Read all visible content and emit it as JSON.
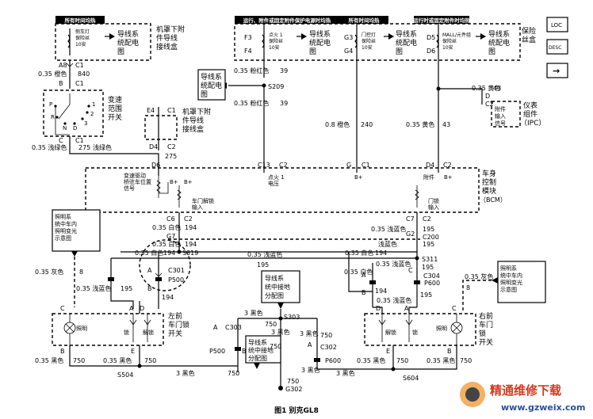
{
  "caption": "图1 别克GL8",
  "watermark": {
    "title": "精通维修下载",
    "url": "www.gzweix.com"
  },
  "nav_buttons": {
    "loc": "LOC",
    "desc": "DESC",
    "arrow": "→"
  },
  "header_tags": {
    "always_hot_1": "所有时间均热",
    "run_acc_1": "运行、附件或固定附件保护电源时均热",
    "always_hot_2": "所有时间均热",
    "run_acc_2": "运行时或固定附件时均热"
  },
  "fuses": {
    "side_lamp": {
      "name": "侧车灯",
      "sub": "保险丝",
      "amp": "10安"
    },
    "ign1": {
      "name": "点火 1",
      "sub": "保险丝",
      "amp": "10安"
    },
    "door_lock": {
      "name": "门控灯",
      "sub": "保险丝",
      "amp": "10安"
    },
    "mall": {
      "name": "MALL/元件组",
      "sub": "保险丝",
      "amp": "10安"
    }
  },
  "refs": {
    "wiring_system_1": "导线系统配电图",
    "hood_junction_1": "机罩下附件导线接线盒",
    "wiring_system_2": "导线系统配电图",
    "wiring_system_3": "导线系统配电图",
    "wiring_system_4": "导线系统配电图",
    "fuse_box": "保险丝盒",
    "hood_junction_2": "机罩下附件导线接线盒",
    "ground_dist_1": "导线系统中接地分配图",
    "ground_dist_2": "导线系统中接地分配图",
    "lighting_left": "照明系统中车内照明变光示意图",
    "lighting_right": "照明系统中车内照明变光示意图"
  },
  "pins": {
    "a8": "A8",
    "c1a": "C1",
    "b": "B",
    "c1b": "C1",
    "cb": "C",
    "c1c": "C1",
    "f3": "F3",
    "f4": "F4",
    "g3": "G3",
    "g4": "G4",
    "d5": "D5",
    "d6": "D6",
    "e4": "E4",
    "c1d": "C1",
    "d4": "D4",
    "c2": "C2",
    "c13": "C13",
    "c2b": "C2",
    "g": "G",
    "c1e": "C1",
    "d4b": "D4",
    "c2c": "C2",
    "d6b": "D6",
    "b_plus1": "B+",
    "b_plus2": "B+",
    "b_plus3": "B+",
    "b_plus4": "B+",
    "c6": "C6",
    "c2d": "C2",
    "g7": "G7",
    "c7": "C7",
    "c2e": "C2",
    "g2": "G2",
    "c200": "C200",
    "d43": "D",
    "c43": "C2",
    "c301": "C301",
    "p500": "P500",
    "c304": "C304",
    "p600": "P600",
    "a_l": "A",
    "b_l": "B",
    "a_r": "A",
    "b_r": "B",
    "c_r2": "C",
    "c_sw_l": "C",
    "a_sw_l": "A",
    "d_sw_l": "D",
    "b_sw_l": "B",
    "e_sw_l": "E",
    "d_sw_r": "D",
    "a_sw_r": "A",
    "c_sw_r": "C",
    "e_sw_r": "E",
    "b_sw_r": "B",
    "a_c303": "A",
    "c303": "C303",
    "b_c303": "B",
    "p500b": "P500",
    "a_c302": "A",
    "c302": "C302",
    "p600b": "P600"
  },
  "splices": {
    "s209": "S209",
    "s319": "S319",
    "s311": "S311",
    "s303": "S303",
    "s504": "S504",
    "s604": "S604",
    "g302": "G302"
  },
  "wires": {
    "w840": "0.35 橙色",
    "n840": "840",
    "w_lgreen_l": "0.35 浅绿色",
    "n275a": "275",
    "w_lg2": "浅绿色",
    "n275b": "275",
    "w39a": "0.35 粉红色",
    "n39a": "39",
    "w39b": "0.35 粉红色",
    "n39b": "39",
    "w240": "0.8 橙色",
    "n240": "240",
    "w43a": "0.35 黄色",
    "n43a": "43",
    "w43b": "0.35 黄色",
    "n43b": "43",
    "w194a": "0.35 白色",
    "n194a": "194",
    "w194b": "0.35 白色",
    "n194b": "194",
    "w195a": "0.35 浅蓝色",
    "n195a": "195",
    "w195b": "浅蓝色",
    "n195b": "195",
    "w194c": "0.35 白色",
    "n194c": "194",
    "w194d": "0.35 白色",
    "n194d": "194",
    "w195c": "0.35 浅蓝色",
    "n195c": "195",
    "w195d": "0.35 浅蓝色",
    "n195d": "195",
    "w8a": "0.35 灰色",
    "n8a": "8",
    "w8b": "0.35 灰色",
    "n8b": "8",
    "w195e": "0.35 浅蓝色",
    "n195e": "195",
    "w194e": "194",
    "n194e": "194",
    "w195f": "195",
    "w195g": "195",
    "w194f": "0.35 白色",
    "n194f": "194",
    "w195h": "0.35 浅蓝色",
    "w750a": "0.35 黑色",
    "n750a": "750",
    "w750b": "0.35 黑色",
    "n750b": "750",
    "w750c": "3 黑色",
    "n750c": "750",
    "w750d": "3 黑色",
    "n750d": "750",
    "w750e": "3 黑色",
    "n750e": "750",
    "w750f": "3 黑色",
    "n750f": "750",
    "w750g": "3 黑色",
    "n750g": "750",
    "w750h": "0.35 黑色",
    "n750h": "750",
    "w750i": "0.35 黑色",
    "n750i": "750",
    "w750j": "3 黑色"
  },
  "components": {
    "selector_switch": "变速范围开关",
    "sw_pos": [
      "P",
      "R",
      "N",
      "D",
      "3",
      "2",
      "1"
    ],
    "bcm": "车身控制模块（BCM）",
    "bcm_ign": "点火 1 电压",
    "bcm_acc": "附件",
    "bcm_lamp": "变速驱动桥驻车位置信号",
    "bcm_unlock": "车门解锁输入",
    "bcm_lock": "门锁输入",
    "ipc_box": "附件输入信号",
    "ipc_label": "仪表组件（IPC）",
    "left_switch": "左前车门锁开关",
    "right_switch": "右前车门锁开关",
    "illum": "照明",
    "lock": "锁",
    "unlock": "解锁"
  }
}
